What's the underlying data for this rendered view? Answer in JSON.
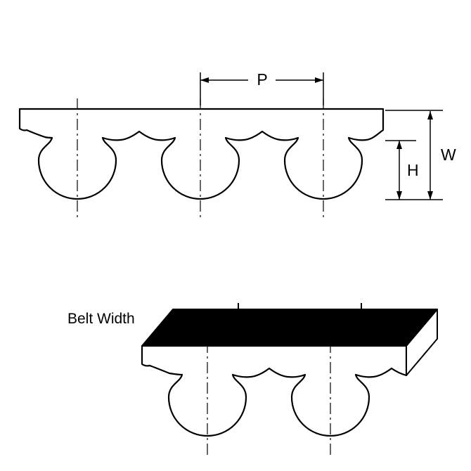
{
  "diagram": {
    "labels": {
      "pitch": "P",
      "width": "W",
      "height": "H",
      "belt_width": "Belt Width"
    },
    "colors": {
      "line": "#000000",
      "belt_fill": "#ffffff",
      "top_face_fill": "#000000",
      "background": "#ffffff"
    }
  }
}
